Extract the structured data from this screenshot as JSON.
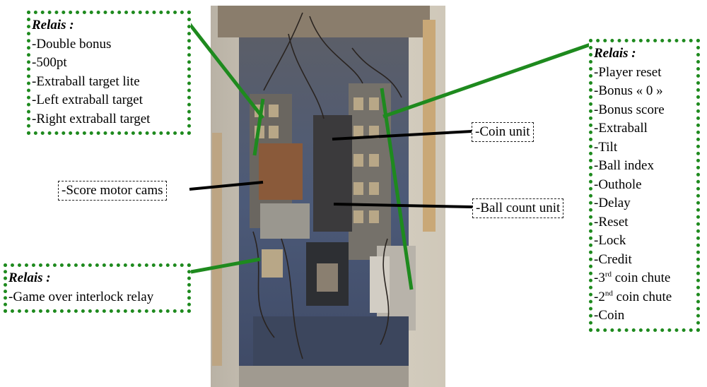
{
  "colors": {
    "callout_green": "#1e8a1e",
    "pointer_black": "#000000"
  },
  "boxes": {
    "top_left": {
      "title": "Relais :",
      "items": [
        "-Double bonus",
        "-500pt",
        "-Extraball target lite",
        "-Left extraball target",
        "-Right extraball target"
      ]
    },
    "bottom_left": {
      "title": "Relais :",
      "items": [
        "-Game over interlock relay"
      ]
    },
    "right": {
      "title": "Relais :",
      "items": [
        {
          "text": "-Player reset"
        },
        {
          "text": "-Bonus « 0 »"
        },
        {
          "text": "-Bonus score"
        },
        {
          "text": "-Extraball"
        },
        {
          "text": "-Tilt"
        },
        {
          "text": "-Ball index"
        },
        {
          "text": "-Outhole"
        },
        {
          "text": "-Delay"
        },
        {
          "text": "-Reset"
        },
        {
          "text": "-Lock"
        },
        {
          "text": "-Credit"
        },
        {
          "pre": "-3",
          "sup": "rd",
          "post": " coin chute"
        },
        {
          "pre": "-2",
          "sup": "nd",
          "post": " coin chute"
        },
        {
          "text": "-Coin"
        }
      ]
    }
  },
  "labels": {
    "score_motor": "-Score motor cams",
    "coin_unit": "-Coin unit",
    "ball_count": "-Ball count unit"
  }
}
